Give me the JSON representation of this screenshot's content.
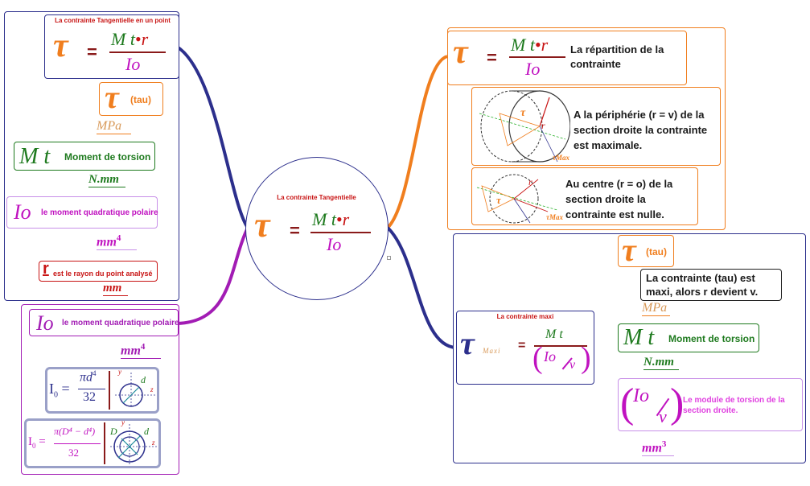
{
  "center": {
    "title": "La contrainte Tangentielle",
    "tau": "τ",
    "eq": "=",
    "num_a": "M t",
    "num_dot": "•",
    "num_b": "r",
    "den": "Io"
  },
  "left_top": {
    "title": "La contrainte Tangentielle en un point",
    "tau": "τ",
    "eq": "=",
    "num_a": "M t",
    "num_dot": "•",
    "num_b": "r",
    "den": "Io",
    "items": {
      "tau_symbol": "τ",
      "tau_label": "(tau)",
      "tau_unit": "MPa",
      "mt_symbol": "M t",
      "mt_label": "Moment de torsion",
      "mt_unit": "N.mm",
      "io_symbol": "Io",
      "io_label": "le moment quadratique polaire",
      "io_unit": "mm",
      "io_unit_exp": "4",
      "r_symbol": "r",
      "r_label": "est le rayon du point analysé",
      "r_unit": "mm"
    }
  },
  "left_bottom": {
    "io_symbol": "Io",
    "io_label": "le moment quadratique polaire",
    "io_unit": "mm",
    "io_unit_exp": "4",
    "formula1": {
      "lhs": "I",
      "lhs_sub": "0",
      "eq": "=",
      "num": "πd",
      "num_exp": "4",
      "den": "32",
      "d_label": "d",
      "y_label": "y",
      "z_label": "z"
    },
    "formula2": {
      "lhs": "I",
      "lhs_sub": "0",
      "eq": "=",
      "num": "π(D⁴ − d⁴)",
      "den": "32",
      "D_label": "D",
      "d_label": "d",
      "y_label": "y",
      "z_label": "z"
    }
  },
  "right_top": {
    "tau": "τ",
    "eq": "=",
    "num_a": "M t",
    "num_dot": "•",
    "num_b": "r",
    "den": "Io",
    "label": "La répartition de la contrainte",
    "sub1_text": "A la périphérie (r = v) de la section droite la contrainte est maximale.",
    "sub1_tau": "τ",
    "sub1_r": "r",
    "sub1_tmax": "τMax",
    "sub2_text": "Au centre (r = o) de la section droite la contrainte est nulle.",
    "sub2_tau": "τ",
    "sub2_r": "r",
    "sub2_tmax": "τMax"
  },
  "right_bottom": {
    "title": "La contrainte maxi",
    "tau": "τ",
    "tau_sub": "Maxi",
    "eq": "=",
    "num": "M t",
    "den_a": "Io",
    "den_b": "v",
    "items": {
      "tau_symbol": "τ",
      "tau_label": "(tau)",
      "note": "La contrainte (tau) est maxi, alors r devient v.",
      "tau_unit": "MPa",
      "mt_symbol": "M t",
      "mt_label": "Moment de torsion",
      "mt_unit": "N.mm",
      "module_a": "Io",
      "module_b": "v",
      "module_label": "Le module de torsion de la section droite.",
      "module_unit": "mm",
      "module_unit_exp": "3"
    }
  },
  "colors": {
    "navy": "#2c2f8c",
    "orange": "#f07e1e",
    "purple": "#a21cb4",
    "green": "#1e7a1e",
    "magenta": "#c012c0",
    "red": "#c81414",
    "pink": "#e040e0",
    "lavender": "#c890e8",
    "tan": "#d89a5a"
  }
}
